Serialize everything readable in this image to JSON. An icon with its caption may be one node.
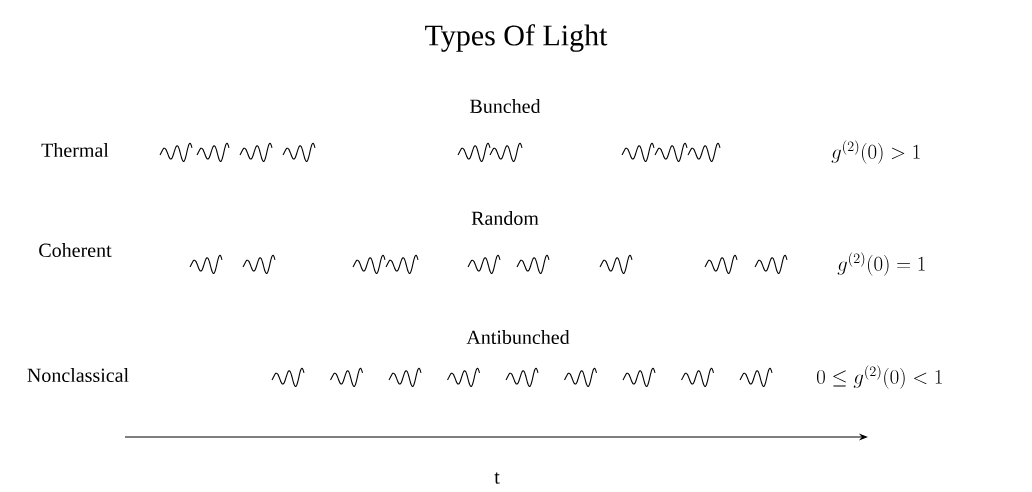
{
  "diagram": {
    "title": "Types Of Light",
    "labels": [
      "Bunched",
      "Thermal",
      "g^{(2)}(0) > 1",
      "Random",
      "Coherent",
      "g^{(2)}(0) = 1",
      "Antibunched",
      "Nonclassical",
      "0 \\leq g^{(2)}(0) < 1",
      "t"
    ]
  }
}
